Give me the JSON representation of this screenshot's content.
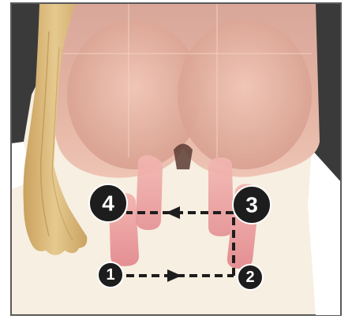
{
  "diagram": {
    "colors": {
      "background": "#ffffff",
      "frame": "#2b2b2b",
      "udder_light": "#efc9b7",
      "udder_dark": "#d8a391",
      "teat": "#e29b9b",
      "tail": "#d8b77a",
      "marker_fill": "#1d1d1d",
      "marker_text": "#ffffff",
      "arrow": "#1d1d1d"
    },
    "markers": [
      {
        "id": "1",
        "label": "1"
      },
      {
        "id": "2",
        "label": "2"
      },
      {
        "id": "3",
        "label": "3"
      },
      {
        "id": "4",
        "label": "4"
      }
    ],
    "sequence": [
      "1",
      "2",
      "3",
      "4"
    ],
    "icons": {
      "udder": "cow-udder-illustration",
      "tail": "cow-tail",
      "arrow": "dashed-arrow"
    }
  }
}
